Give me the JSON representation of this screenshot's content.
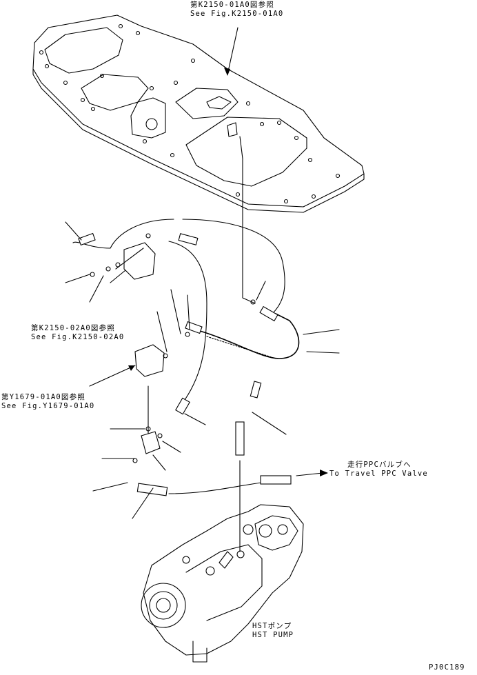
{
  "references": {
    "top": {
      "jp": "第K2150-01A0図参照",
      "en": "See Fig.K2150-01A0"
    },
    "mid": {
      "jp": "第K2150-02A0図参照",
      "en": "See Fig.K2150-02A0"
    },
    "left": {
      "jp": "第Y1679-01A0図参照",
      "en": "See Fig.Y1679-01A0"
    }
  },
  "destination": {
    "jp": "走行PPCバルブへ",
    "en": "To Travel PPC Valve"
  },
  "pump": {
    "jp": "HSTポンプ",
    "en": "HST PUMP"
  },
  "drawing_code": "PJ0C189"
}
